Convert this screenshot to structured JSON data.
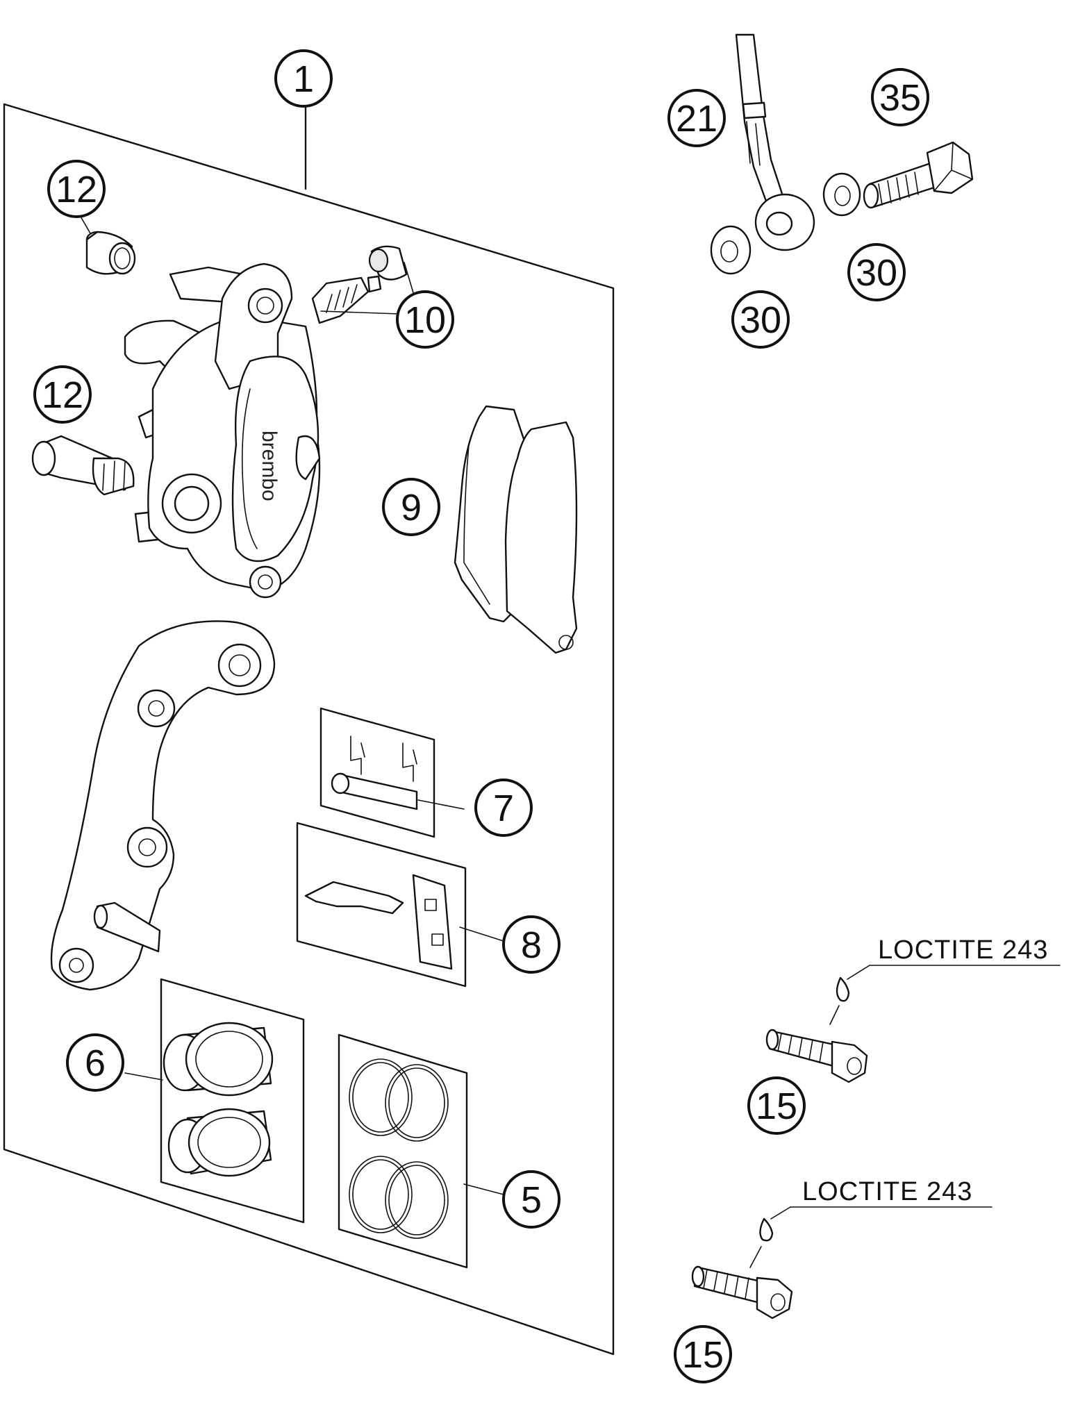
{
  "diagram": {
    "callouts": {
      "c1": "1",
      "c12a": "12",
      "c12b": "12",
      "c10": "10",
      "c9": "9",
      "c7": "7",
      "c8": "8",
      "c6": "6",
      "c5": "5",
      "c21": "21",
      "c35": "35",
      "c30a": "30",
      "c30b": "30",
      "c15a": "15",
      "c15b": "15"
    },
    "notes": {
      "loctite_top": "LOCTITE 243",
      "loctite_bottom": "LOCTITE 243"
    },
    "caliper_brand": "brembo"
  }
}
